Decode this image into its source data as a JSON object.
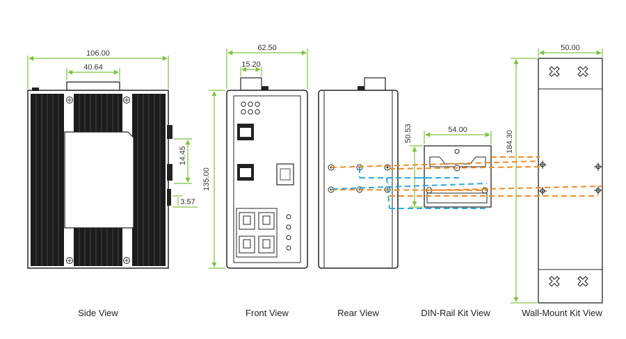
{
  "colors": {
    "dimension_line": "#7dc242",
    "rail_dash_orange": "#f08a24",
    "rail_dash_blue": "#29a8e0",
    "outline": "#222222",
    "fin_dark": "#1c1c1c"
  },
  "side_view": {
    "caption": "Side View",
    "dim_width": "106.00",
    "dim_top_block": "40.64",
    "dim_slot_a": "14.45",
    "dim_slot_b": "3.57"
  },
  "front_view": {
    "caption": "Front View",
    "dim_width": "62.50",
    "dim_top_block": "15.20",
    "dim_height": "135.00"
  },
  "rear_view": {
    "caption": "Rear View"
  },
  "din_rail_view": {
    "caption": "DIN-Rail Kit View",
    "dim_width": "54.00",
    "dim_height": "50.53"
  },
  "wall_mount_view": {
    "caption": "Wall-Mount Kit View",
    "dim_width": "50.00",
    "dim_height": "184.30"
  }
}
